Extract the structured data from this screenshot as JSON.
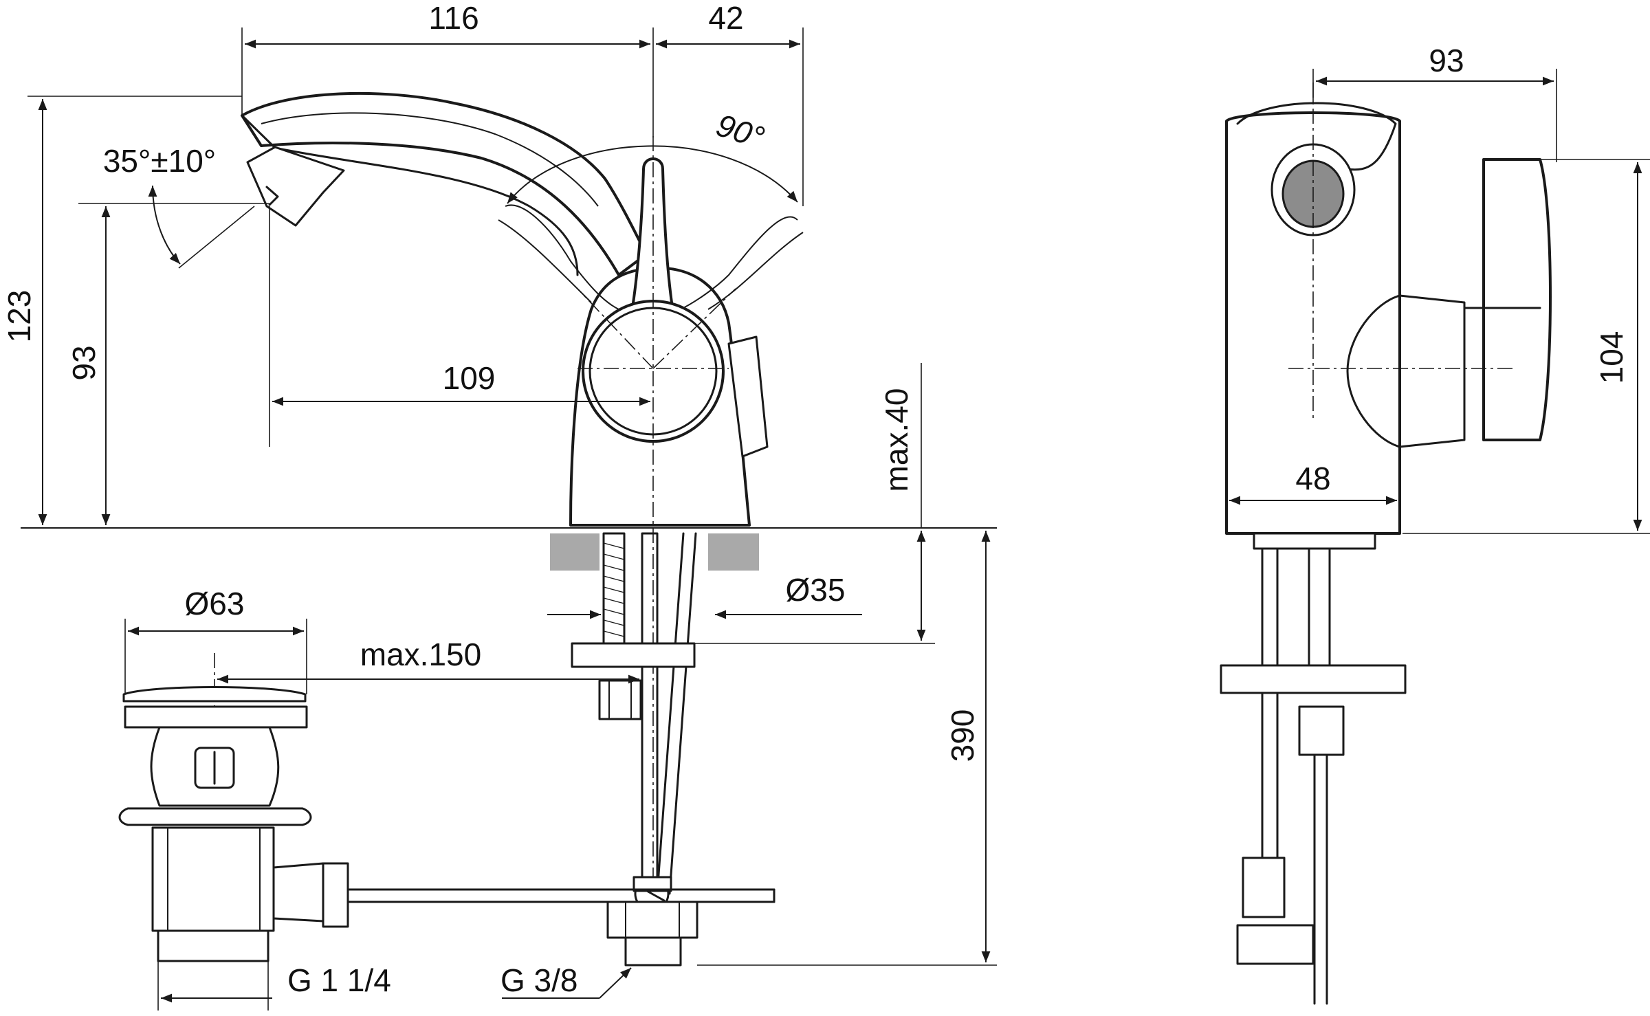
{
  "colors": {
    "line": "#1a1a1a",
    "counter_surface": "#a9a9a9",
    "nozzle_insert": "#8c8c8c",
    "background": "#ffffff"
  },
  "dimensions": {
    "spout_reach": "116",
    "lever_offset": "42",
    "side_depth": "93",
    "total_height": "123",
    "outlet_height": "93",
    "outlet_distance": "109",
    "lever_angle": "90°",
    "jet_angle": "35°±10°",
    "deck_max": "max.40",
    "shank_diameter": "Ø35",
    "waste_diameter": "Ø63",
    "rod_length": "max.150",
    "below_deck": "390",
    "waste_thread": "G 1 1/4",
    "supply_thread": "G 3/8",
    "body_height": "104",
    "body_width": "48"
  }
}
